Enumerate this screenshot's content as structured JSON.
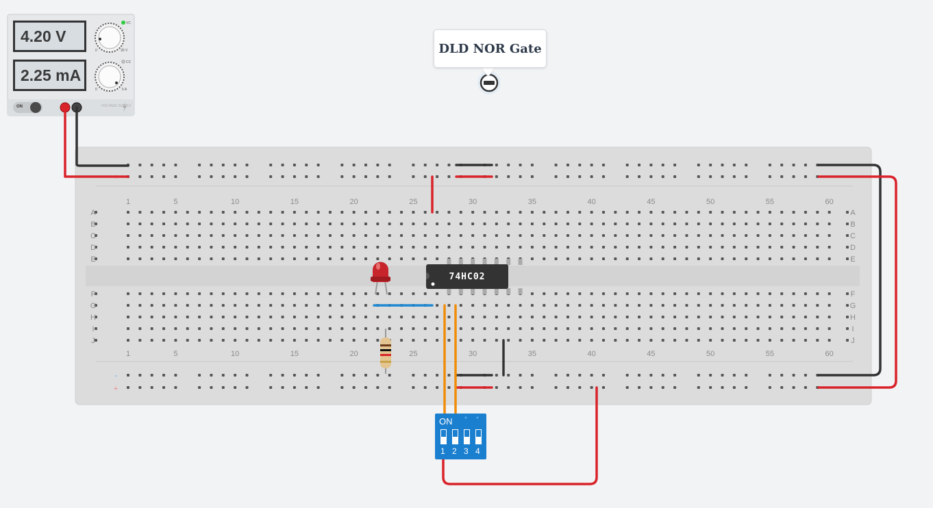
{
  "title": "DLD NOR Gate",
  "power_supply": {
    "voltage": "4.20 V",
    "current": "2.25 mA",
    "switch": "ON",
    "voltage_range": [
      "0",
      "30 V"
    ],
    "current_range": [
      "0",
      "5 A"
    ],
    "cv_label": "VC",
    "cc_label": "CC",
    "caption": "VOLTAGE SUPPLY"
  },
  "breadboard": {
    "columns": [
      "1",
      "5",
      "10",
      "15",
      "20",
      "25",
      "30",
      "35",
      "40",
      "45",
      "50",
      "55",
      "60"
    ],
    "rows_top": [
      "A",
      "B",
      "C",
      "D",
      "E"
    ],
    "rows_bottom": [
      "F",
      "G",
      "H",
      "I",
      "J"
    ],
    "rail_labels": [
      "-",
      "+"
    ]
  },
  "chip": {
    "label": "74HC02"
  },
  "dip_switch": {
    "label": "ON",
    "numbers": [
      "1",
      "2",
      "3",
      "4"
    ]
  },
  "colors": {
    "wire_red": "#d9232a",
    "wire_black": "#333333",
    "wire_orange": "#f08c0a",
    "wire_blue": "#1e88d0",
    "dip_blue": "#1b7fd0"
  }
}
